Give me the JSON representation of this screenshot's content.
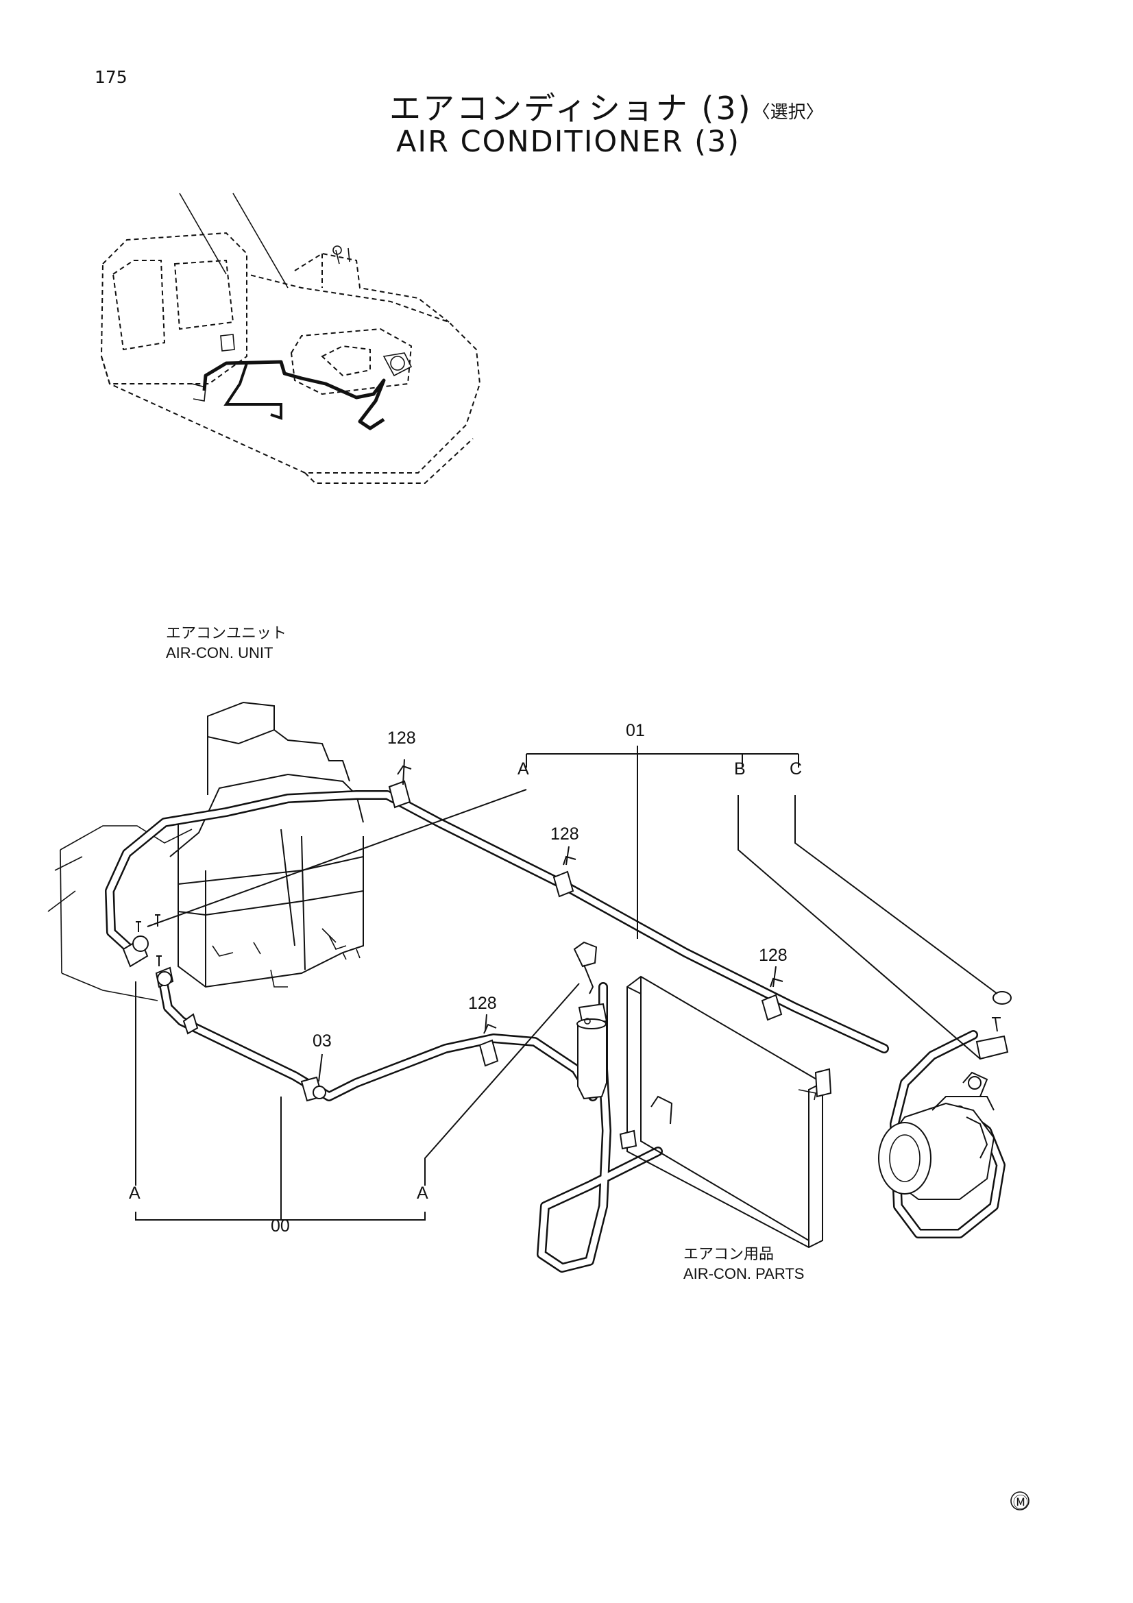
{
  "page": {
    "number": "175"
  },
  "title": {
    "ja": "エアコンディショナ (3)",
    "ja_suffix": "〈選択〉",
    "en": "AIR CONDITIONER (3)"
  },
  "labels": {
    "aircon_unit_ja": "エアコンユニット",
    "aircon_unit_en": "AIR-CON. UNIT",
    "aircon_parts_ja": "エアコン用品",
    "aircon_parts_en": "AIR-CON. PARTS"
  },
  "callouts": {
    "c128_a": "128",
    "c128_b": "128",
    "c128_c": "128",
    "c128_d": "128",
    "c01": "01",
    "c03": "03",
    "c00": "00",
    "a_top": "A",
    "b_top": "B",
    "c_top": "C",
    "a_bottom_left": "A",
    "a_bottom_right": "A"
  },
  "mark": {
    "symbol": "Ⓜ"
  }
}
